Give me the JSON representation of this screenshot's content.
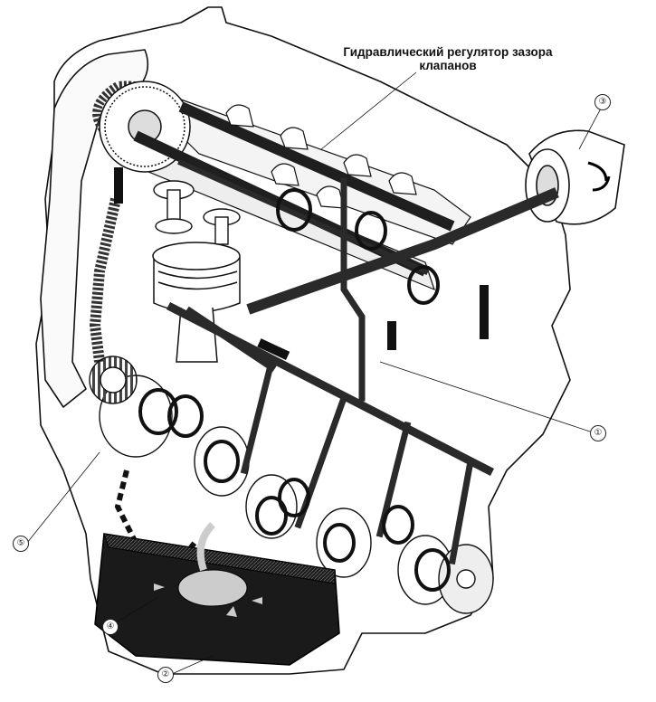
{
  "diagram": {
    "title_line1": "Гидравлический регулятор зазора",
    "title_line2": "клапанов",
    "callouts": [
      "①",
      "②",
      "③",
      "④",
      "⑤"
    ]
  },
  "colors": {
    "ink": "#111111",
    "oil_channel": "#2a2a2a",
    "oil_pan": "#1a1a1a",
    "background": "#ffffff"
  }
}
